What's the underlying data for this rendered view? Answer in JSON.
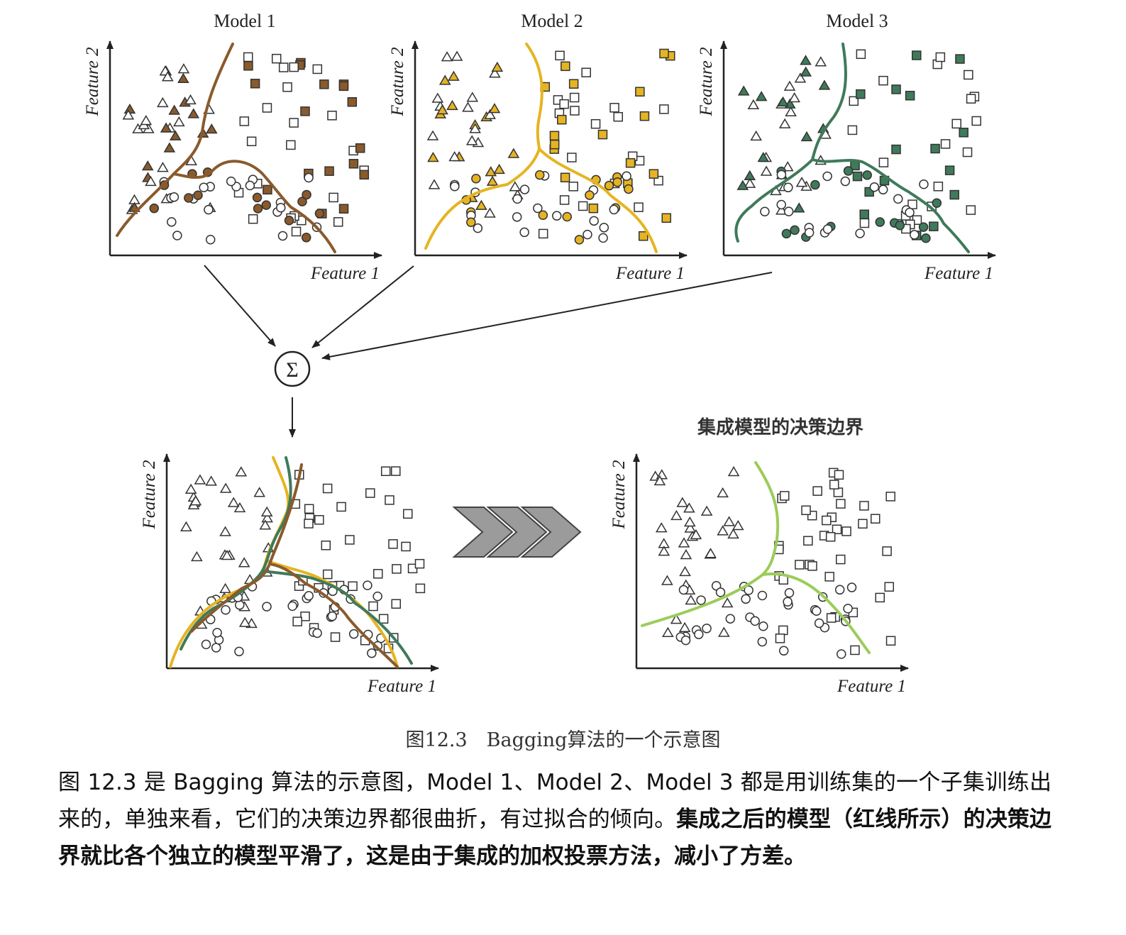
{
  "panels": {
    "model1": {
      "title": "Model 1",
      "xlabel": "Feature 1",
      "ylabel": "Feature 2",
      "color": "#8a5a2c"
    },
    "model2": {
      "title": "Model 2",
      "xlabel": "Feature 1",
      "ylabel": "Feature 2",
      "color": "#e6b422"
    },
    "model3": {
      "title": "Model 3",
      "xlabel": "Feature 1",
      "ylabel": "Feature 2",
      "color": "#3f7a5a"
    },
    "combined": {
      "xlabel": "Feature 1",
      "ylabel": "Feature 2"
    },
    "ensemble": {
      "title": "集成模型的决策边界",
      "xlabel": "Feature 1",
      "ylabel": "Feature 2",
      "color": "#9ccc5a"
    }
  },
  "sum_symbol": "Σ",
  "arrow_color": "#8a8a8a",
  "caption": "图12.3　Bagging算法的一个示意图",
  "paragraph": {
    "normal": "图 12.3 是 Bagging 算法的示意图，Model 1、Model 2、Model 3 都是用训练集的一个子集训练出来的，单独来看，它们的决策边界都很曲折，有过拟合的倾向。",
    "bold": "集成之后的模型（红线所示）的决策边界就比各个独立的模型平滑了，这是由于集成的加权投票方法，减小了方差。"
  }
}
